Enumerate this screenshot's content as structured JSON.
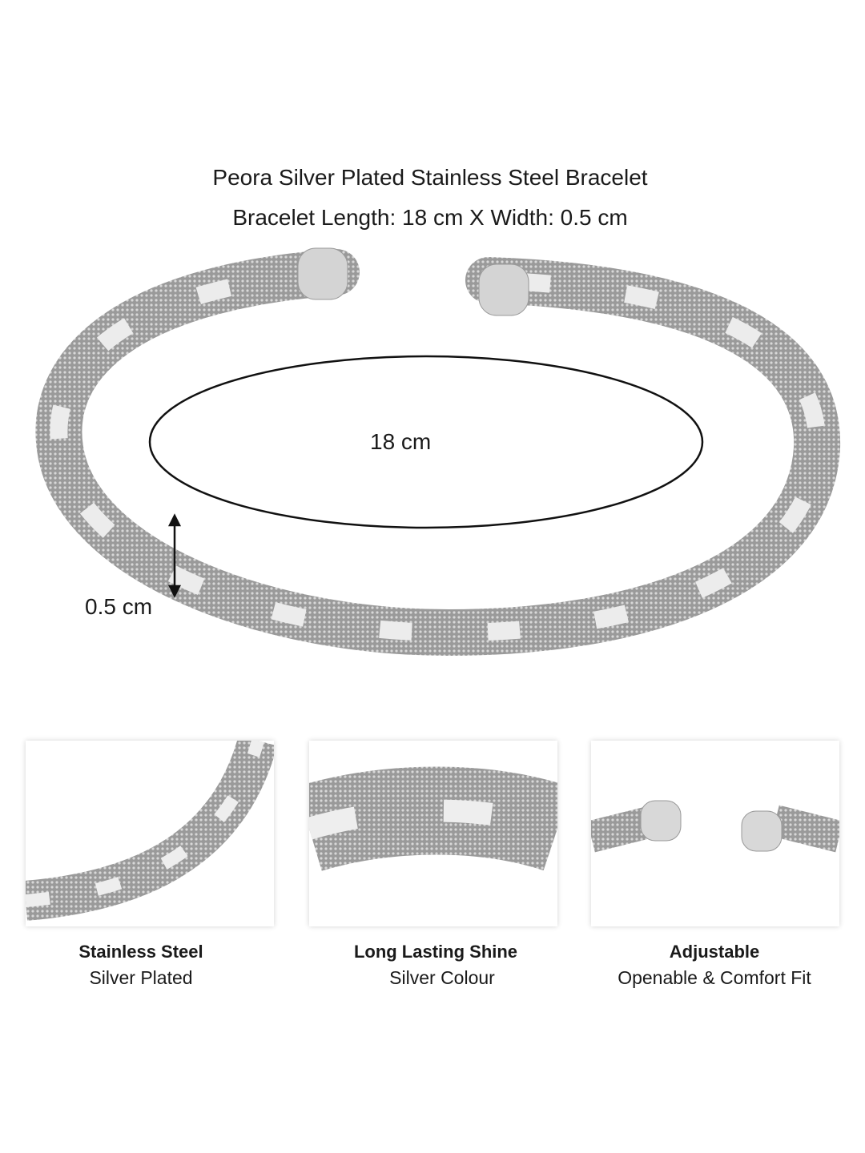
{
  "header": {
    "title": "Peora Silver Plated Stainless Steel Bracelet",
    "dimensions": "Bracelet Length: 18 cm X Width: 0.5 cm"
  },
  "annotations": {
    "length": "18 cm",
    "width": "0.5 cm"
  },
  "features": [
    {
      "title": "Stainless Steel",
      "subtitle": "Silver Plated"
    },
    {
      "title": "Long Lasting Shine",
      "subtitle": "Silver Colour"
    },
    {
      "title": "Adjustable",
      "subtitle": "Openable & Comfort Fit"
    }
  ],
  "colors": {
    "metal_dark": "#8a8a8a",
    "metal_light": "#e6e6e6",
    "text": "#1a1a1a"
  }
}
